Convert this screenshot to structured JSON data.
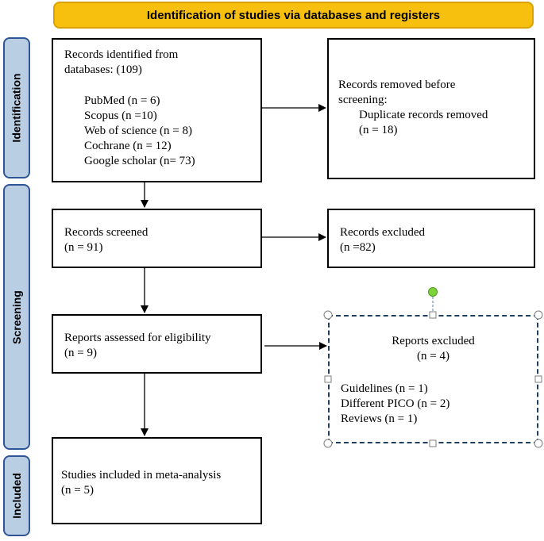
{
  "banner": {
    "title": "Identification of studies via databases and registers"
  },
  "phases": {
    "identification": "Identification",
    "screening": "Screening",
    "included": "Included"
  },
  "identified": {
    "heading_line1": "Records identified from",
    "heading_line2": "databases: (109)",
    "sources": [
      "PubMed (n = 6)",
      "Scopus (n =10)",
      "Web of science (n = 8)",
      "Cochrane (n = 12)",
      "Google scholar (n= 73)"
    ]
  },
  "removed": {
    "line1": "Records removed before",
    "line2": "screening:",
    "line3": "Duplicate records removed",
    "line4": "(n = 18)"
  },
  "screened": {
    "line1": "Records screened",
    "line2": "(n = 91)"
  },
  "excluded_records": {
    "line1": "Records excluded",
    "line2": "(n =82)"
  },
  "assessed": {
    "line1": "Reports assessed for eligibility",
    "line2": "(n = 9)"
  },
  "reports_excluded": {
    "line1": "Reports excluded",
    "line2": "(n = 4)",
    "reasons": [
      "Guidelines (n = 1)",
      "Different PICO (n = 2)",
      "Reviews (n = 1)"
    ]
  },
  "included_studies": {
    "line1": "Studies included in meta-analysis",
    "line2": "(n = 5)"
  }
}
